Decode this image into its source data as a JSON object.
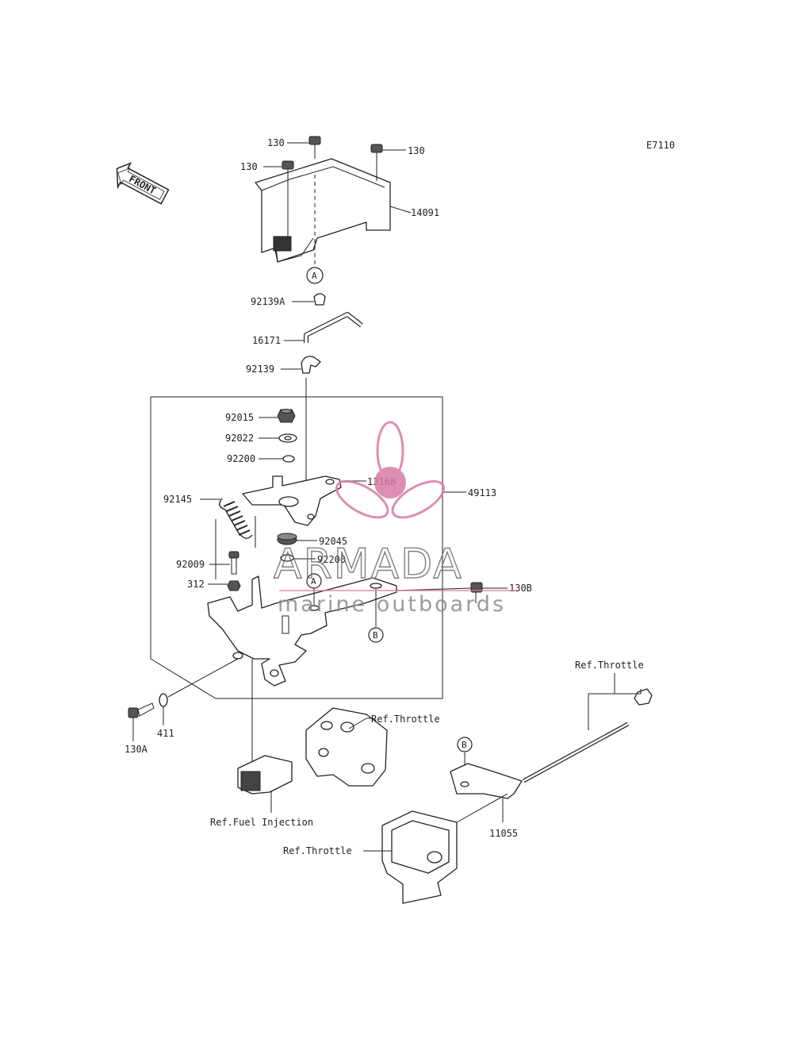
{
  "diagram_code": "E7110",
  "orientation_label": "FRONT",
  "callouts": {
    "a": "A",
    "b": "B"
  },
  "part_numbers": {
    "p130_a": "130",
    "p130_b": "130",
    "p130_c": "130",
    "p14091": "14091",
    "p92139a": "92139A",
    "p16171": "16171",
    "p92139": "92139",
    "p92015": "92015",
    "p92022": "92022",
    "p92200_a": "92200",
    "p13168": "13168",
    "p49113": "49113",
    "p92145": "92145",
    "p92045": "92045",
    "p92200_b": "92200",
    "p92009": "92009",
    "p312": "312",
    "p130b": "130B",
    "p130a": "130A",
    "p411": "411",
    "p11055": "11055"
  },
  "references": {
    "throttle_top": "Ref.Throttle",
    "throttle_mid": "Ref.Throttle",
    "throttle_low": "Ref.Throttle",
    "fuel_injection": "Ref.Fuel Injection"
  },
  "watermark": {
    "brand": "ARMADA",
    "subtitle": "marine outboards",
    "accent_color": "#d97aa6"
  }
}
